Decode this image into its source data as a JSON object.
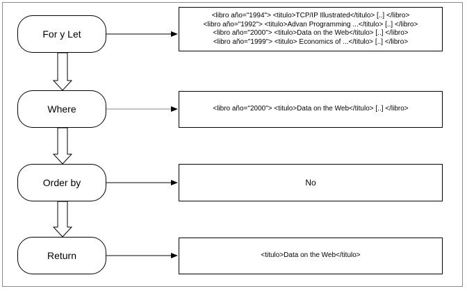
{
  "stages": [
    {
      "id": "for-let",
      "label": "For y Let"
    },
    {
      "id": "where",
      "label": "Where"
    },
    {
      "id": "order-by",
      "label": "Order by"
    },
    {
      "id": "return",
      "label": "Return"
    }
  ],
  "results": {
    "for_let": [
      "<libro año=\"1994\"> <titulo>TCP/IP Illustrated</titulo> [..] </libro>",
      "<libro año=\"1992\"> <titulo>Advan Programming ...</titulo> [..] </libro>",
      "<libro año=\"2000\"> <titulo>Data on the Web</titulo> [..] </libro>",
      "<libro año=\"1999\"> <titulo> Economics of ...</titulo> [..] </libro>"
    ],
    "where": "<libro año=\"2000\"> <titulo>Data on the Web</titulo> [..] </libro>",
    "order_by": "No",
    "return": "<titulo>Data on the Web</titulo>"
  }
}
